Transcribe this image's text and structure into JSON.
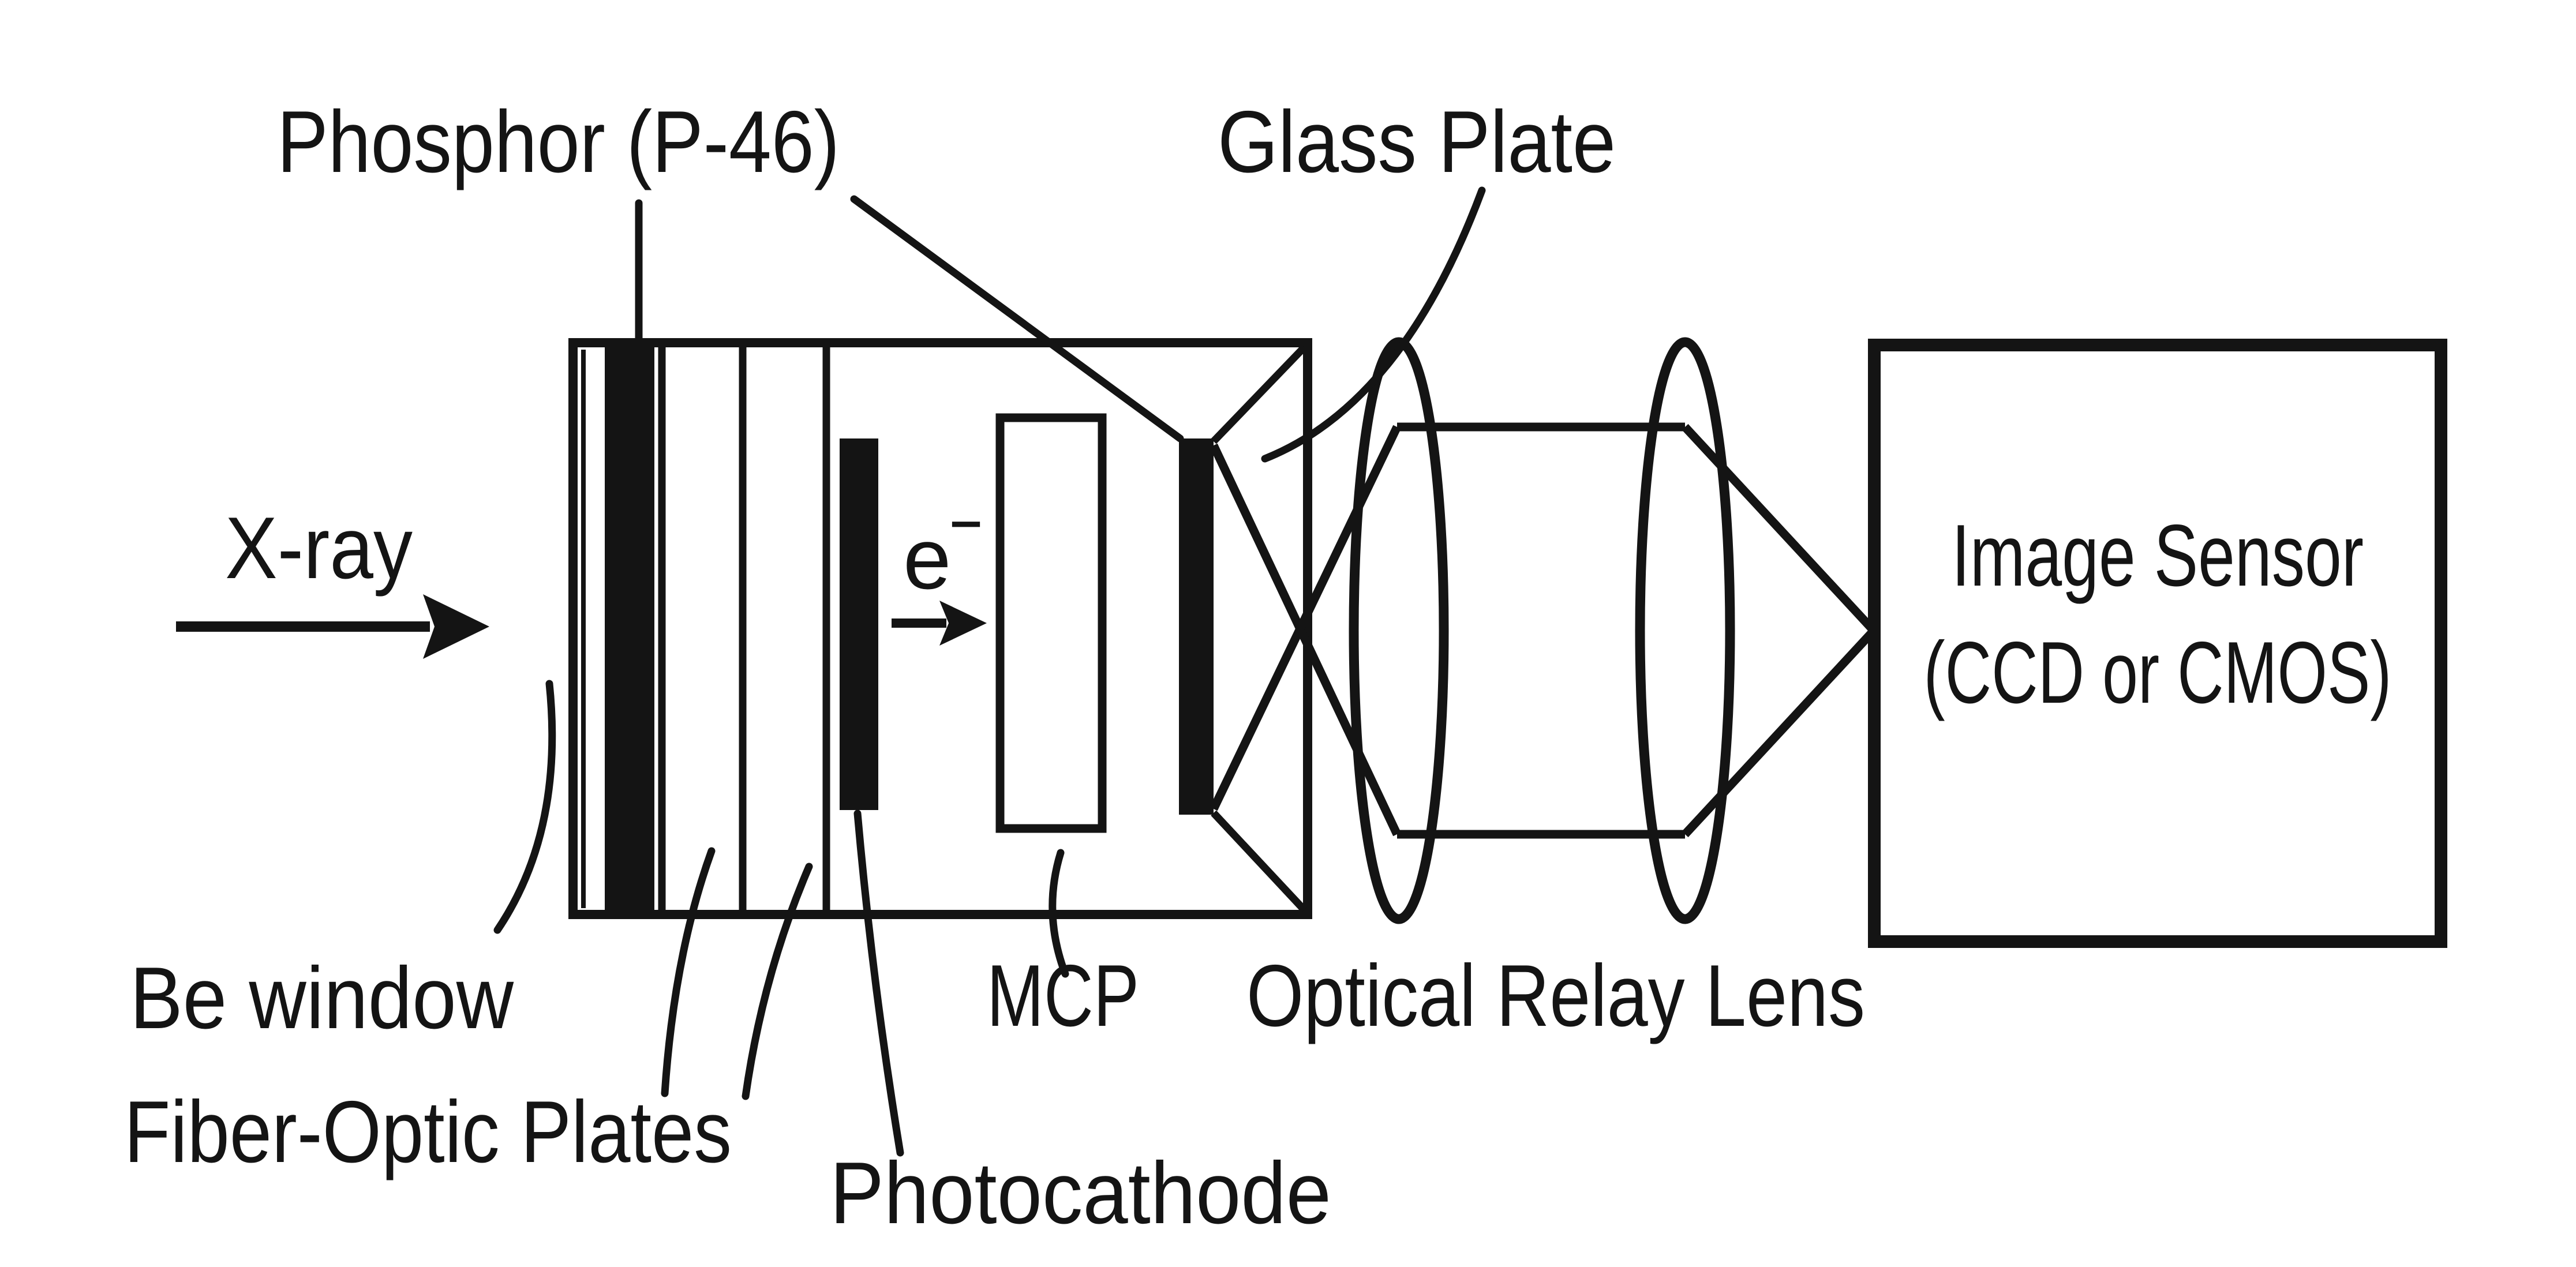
{
  "figure": {
    "type": "x-ray imaging detector schematic",
    "colors": {
      "ink": "#141414",
      "background": "#ffffff"
    },
    "labels": {
      "phosphor": "Phosphor (P-46)",
      "glass_plate": "Glass Plate",
      "xray": "X-ray",
      "electron": "e",
      "electron_sup": "−",
      "be_window": "Be window",
      "fiber_optic_plates": "Fiber-Optic Plates",
      "photocathode": "Photocathode",
      "mcp": "MCP",
      "optical_relay_lens": "Optical Relay Lens",
      "image_sensor_line1": "Image Sensor",
      "image_sensor_line2": "(CCD or CMOS)"
    },
    "icons": {
      "xray_arrow": "right-arrow",
      "electron_arrow": "right-arrow"
    }
  }
}
